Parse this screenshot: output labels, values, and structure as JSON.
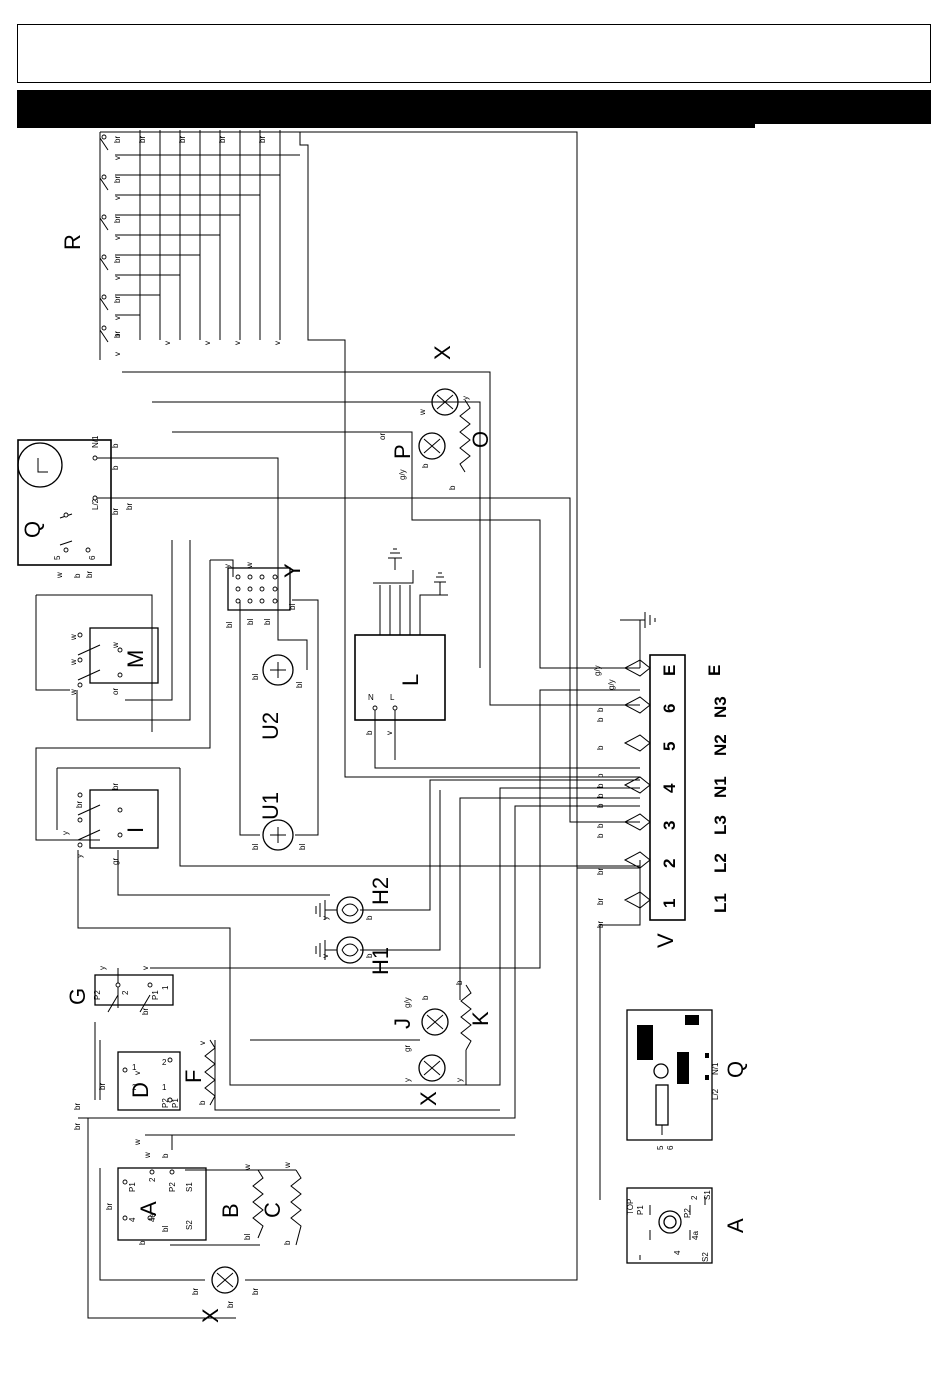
{
  "header": {
    "title": "",
    "section_bar": ""
  },
  "components": {
    "R": "R",
    "Q": "Q",
    "X_top": "X",
    "P": "P",
    "O": "O",
    "Y": "Y",
    "M": "M",
    "L": "L",
    "U2": "U2",
    "U1": "U1",
    "I": "I",
    "H2": "H2",
    "H1": "H1",
    "G": "G",
    "J": "J",
    "K": "K",
    "D": "D",
    "F": "F",
    "X_mid": "X",
    "A": "A",
    "B": "B",
    "C": "C",
    "X_bot": "X",
    "V": "V"
  },
  "terminal_block": {
    "terminals": [
      "E",
      "6",
      "5",
      "4",
      "3",
      "2",
      "1"
    ],
    "labels": [
      "E",
      "N3",
      "N2",
      "N1",
      "L3",
      "L2",
      "L1"
    ]
  },
  "L_terminals": {
    "n": "N",
    "l": "L"
  },
  "Q_terminals": {
    "n1": "N/1",
    "l2": "L/2",
    "t5": "5",
    "t6": "6"
  },
  "G_terminals": {
    "p2": "P2",
    "two": "2",
    "p1": "P1",
    "one": "1"
  },
  "D_terminals": {
    "one_a": "1",
    "two_a": "2",
    "two_b": "2",
    "one_b": "1",
    "p2": "P2",
    "p1": "P1"
  },
  "A_terminals": {
    "p1": "P1",
    "two": "2",
    "p2": "P2",
    "s1": "S1",
    "four": "4",
    "four_a": "4a",
    "s2": "S2"
  },
  "wire_colors": {
    "br": "br",
    "v": "v",
    "b": "b",
    "w": "w",
    "y": "y",
    "gr": "gr",
    "or": "or",
    "bl": "bl",
    "gy": "g/y"
  },
  "detail_Q": {
    "label": "Q",
    "n1": "N/1",
    "l2": "L/2",
    "five": "5",
    "six": "6"
  },
  "detail_A": {
    "label": "A",
    "top": "TOP",
    "p1": "P1",
    "p2": "P2",
    "two": "2",
    "four": "4",
    "four_a": "4a",
    "s1": "S1",
    "s2": "S2"
  }
}
